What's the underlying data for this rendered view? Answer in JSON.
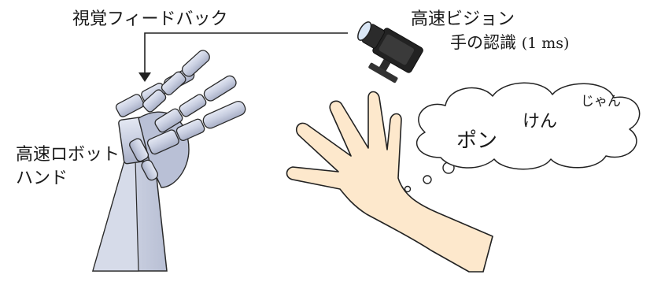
{
  "labels": {
    "visual_feedback": "視覚フィードバック",
    "high_speed_vision": "高速ビジョン",
    "hand_recognition": "手の認識",
    "recognition_time": "(1 ms)",
    "robot_hand_line1": "高速ロボット",
    "robot_hand_line2": "ハンド"
  },
  "speech_bubble": {
    "word_pon": "ポン",
    "word_ken": "けん",
    "word_jan": "じゃん"
  },
  "colors": {
    "robot_fill": "#c7cee0",
    "robot_stroke": "#2a2a2a",
    "skin": "#fde8cc",
    "line": "#222222"
  },
  "icons": [
    "camera-icon",
    "arrow-down-icon"
  ]
}
